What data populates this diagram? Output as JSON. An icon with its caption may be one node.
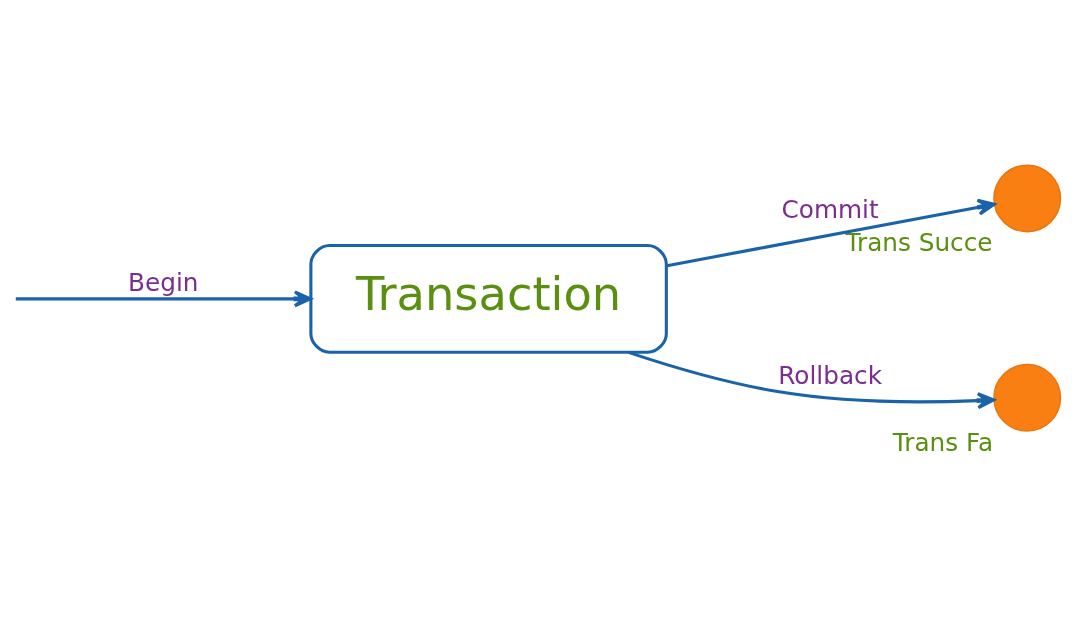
{
  "diagram": {
    "nodes": [
      {
        "text": [
          "Transaction"
        ]
      },
      {
        "text": [],
        "shape": "circle",
        "beside": [
          "Trans Succe"
        ]
      },
      {
        "text": [],
        "shape": "circle",
        "beside": [
          "Trans Fa"
        ]
      }
    ],
    "edges": [
      {
        "from": null,
        "to": 0,
        "arrow": "to",
        "label": "Begin"
      },
      {
        "from": 0,
        "to": 1,
        "arrow": "to",
        "label": "Commit"
      },
      {
        "from": 0,
        "to": 2,
        "arrow": "to",
        "label": "Rollback"
      }
    ]
  }
}
